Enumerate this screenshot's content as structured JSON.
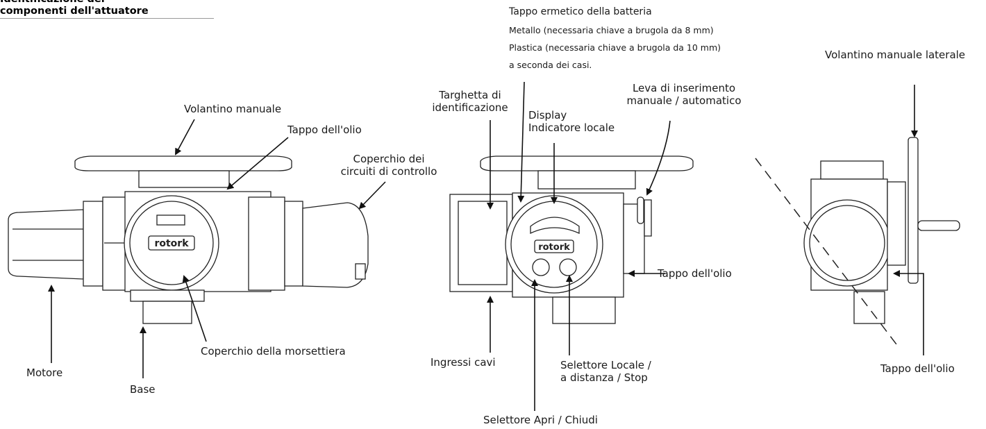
{
  "header": {
    "line1": "Identificazione dei",
    "line2": "componenti dell'attuatore"
  },
  "labels": {
    "volantino_manuale": "Volantino manuale",
    "tappo_olio_top": "Tappo dell'olio",
    "coperchio_circuiti_1": "Coperchio dei",
    "coperchio_circuiti_2": "circuiti di controllo",
    "motore": "Motore",
    "base": "Base",
    "coperchio_morsettiera": "Coperchio della morsettiera",
    "batteria_title": "Tappo ermetico della batteria",
    "batteria_line1": "Metallo (necessaria chiave a brugola da 8 mm)",
    "batteria_line2": "Plastica (necessaria chiave a brugola da 10 mm)",
    "batteria_line3": "a seconda dei casi.",
    "targhetta_1": "Targhetta di",
    "targhetta_2": "identificazione",
    "display_1": "Display",
    "display_2": "Indicatore locale",
    "leva_1": "Leva di inserimento",
    "leva_2": "manuale / automatico",
    "tappo_olio_mid": "Tappo dell'olio",
    "ingressi_cavi": "Ingressi cavi",
    "selettore_locale_1": "Selettore Locale /",
    "selettore_locale_2": "a distanza / Stop",
    "selettore_apri": "Selettore Apri / Chiudi",
    "volantino_laterale": "Volantino manuale laterale",
    "tappo_olio_right": "Tappo dell'olio"
  },
  "logo_text": "rotork"
}
